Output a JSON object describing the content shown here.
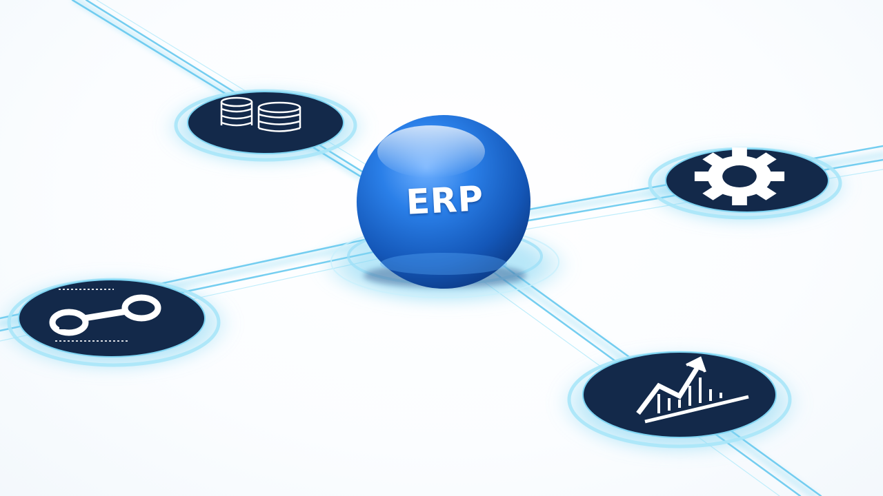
{
  "hub": {
    "label": "ERP",
    "color": "#1a6fd6"
  },
  "modules": [
    {
      "name": "finance",
      "icon": "coin-stacks-icon"
    },
    {
      "name": "settings",
      "icon": "gear-icon"
    },
    {
      "name": "integration",
      "icon": "link-icon"
    },
    {
      "name": "analytics",
      "icon": "growth-chart-icon"
    }
  ],
  "colors": {
    "disc": "#13294a",
    "glow": "#4fc8ef",
    "line": "#7fd4f2"
  }
}
